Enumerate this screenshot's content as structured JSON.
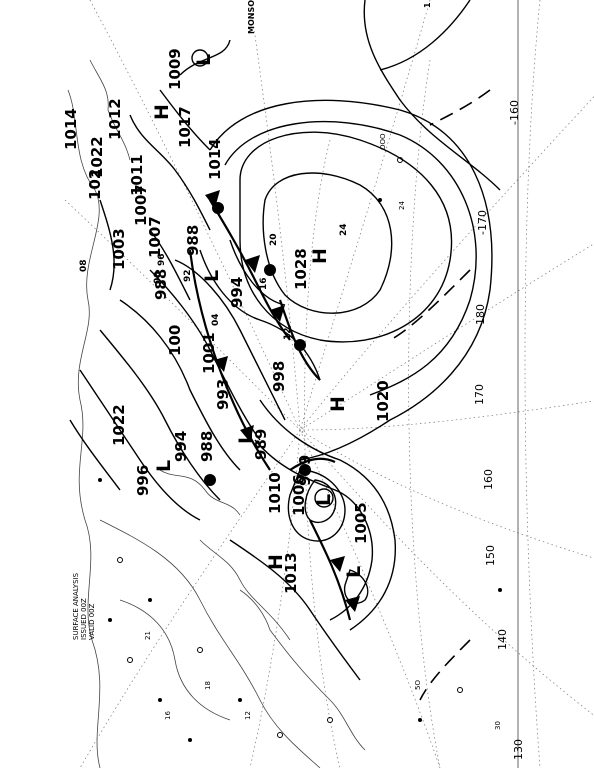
{
  "header": {
    "corner_label": "MONSOO",
    "corner_label_2": "1"
  },
  "side_caption": [
    "SURFACE ANALYSIS",
    "ISSUED 00Z",
    "VALID 00Z"
  ],
  "longitude_labels": [
    "-160",
    "-170",
    "180",
    "170",
    "160",
    "150",
    "140",
    "130"
  ],
  "isobar_labels": [
    "1009",
    "1014",
    "1022",
    "1017",
    "1012",
    "1014",
    "102",
    "1011",
    "1007",
    "1003",
    "988",
    "1007",
    "1028",
    "994",
    "988",
    "1001",
    "100",
    "998",
    "1022",
    "994",
    "993",
    "989",
    "988",
    "1020",
    "1010",
    "989",
    "1006",
    "1005",
    "1013",
    "996",
    "24",
    "20",
    "16",
    "12",
    "08",
    "04",
    "00",
    "96",
    "92"
  ],
  "pressure_centers": [
    {
      "type": "H",
      "value": ""
    },
    {
      "type": "H",
      "value": "1028"
    },
    {
      "type": "H",
      "value": "1020"
    },
    {
      "type": "H",
      "value": "1013"
    },
    {
      "type": "L",
      "value": "1009"
    },
    {
      "type": "L",
      "value": "988"
    },
    {
      "type": "L",
      "value": "994"
    },
    {
      "type": "L",
      "value": "989"
    },
    {
      "type": "L",
      "value": "1006"
    },
    {
      "type": "L",
      "value": "1005"
    }
  ],
  "station_texts": [
    "OOO",
    "5O",
    "21",
    "18",
    "12",
    "16",
    "24",
    "30"
  ]
}
